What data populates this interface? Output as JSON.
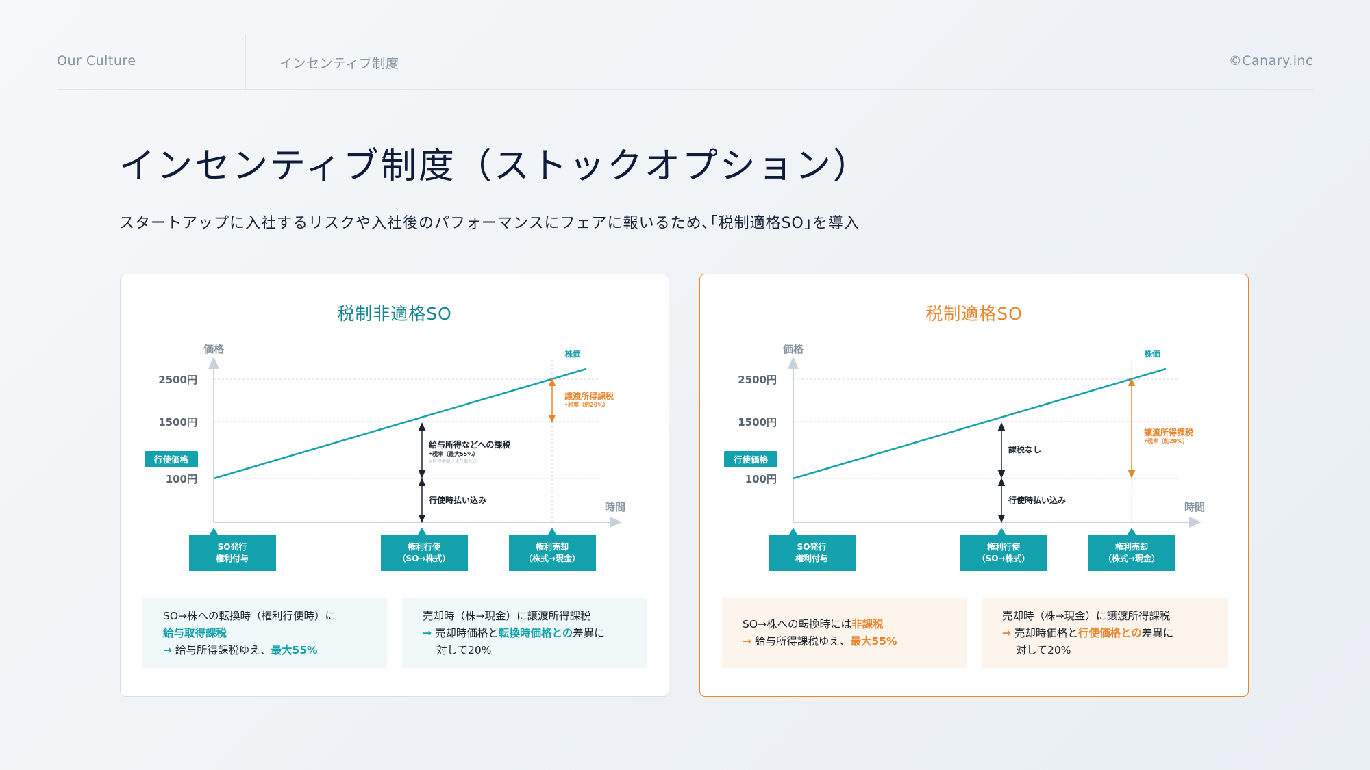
{
  "header": {
    "left": "Our Culture",
    "section": "インセンティブ制度",
    "copyright": "©Canary.inc"
  },
  "title": "インセンティブ制度（ストックオプション）",
  "subtitle": "スタートアップに入社するリスクや入社後のパフォーマンスにフェアに報いるため､｢税制適格SO｣を導入",
  "colors": {
    "teal": "#12a1ad",
    "orange": "#e8862e",
    "navy": "#0f1b3a",
    "gray": "#8795a1"
  },
  "panels": [
    {
      "title": "税制非適格SO",
      "chart": {
        "y_axis_label": "価格",
        "x_axis_label": "時間",
        "price_label": "株価",
        "ticks": [
          {
            "label": "2500円",
            "value": 2500
          },
          {
            "label": "1500円",
            "value": 1500
          }
        ],
        "base_label": "100円",
        "exercise_price_label": "行使価格",
        "events": [
          {
            "line1": "SO発行",
            "line2": "権利付与"
          },
          {
            "line1": "権利行使",
            "line2": "（SO→株式）"
          },
          {
            "line1": "権利売却",
            "line2": "（株式→現金）"
          }
        ],
        "annotations": {
          "payment": "行使時払い込み",
          "middle_tax": "給与所得などへの課税",
          "middle_tax_note": "•税率（最大55%）",
          "middle_tax_small": "※所得金額により異なる",
          "final_tax": "譲渡所得課税",
          "final_tax_note": "•税率（約20%）"
        }
      },
      "note1": {
        "line1": "SO→株への転換時（権利行使時）に",
        "line2_hl": "給与取得課税",
        "line3_arrow": "→",
        "line3_text": " 給与所得課税ゆえ、",
        "line3_hl": "最大55%"
      },
      "note2": {
        "line1": "売却時（株→現金）に譲渡所得課税",
        "line2_arrow": "→",
        "line2_text": " 売却時価格と",
        "line2_hl": "転換時価格との",
        "line2_tail": "差異に",
        "line3": "対して20%"
      }
    },
    {
      "title": "税制適格SO",
      "chart": {
        "y_axis_label": "価格",
        "x_axis_label": "時間",
        "price_label": "株価",
        "ticks": [
          {
            "label": "2500円",
            "value": 2500
          },
          {
            "label": "1500円",
            "value": 1500
          }
        ],
        "base_label": "100円",
        "exercise_price_label": "行使価格",
        "events": [
          {
            "line1": "SO発行",
            "line2": "権利付与"
          },
          {
            "line1": "権利行使",
            "line2": "（SO→株式）"
          },
          {
            "line1": "権利売却",
            "line2": "（株式→現金）"
          }
        ],
        "annotations": {
          "payment": "行使時払い込み",
          "middle_tax": "課税なし",
          "final_tax": "譲渡所得課税",
          "final_tax_note": "•税率（約20%）"
        }
      },
      "note1": {
        "line1_text": "SO→株への転換時には",
        "line1_hl": "非課税",
        "line2_arrow": "→",
        "line2_text": " 給与所得課税ゆえ、",
        "line2_hl": "最大55%"
      },
      "note2": {
        "line1": "売却時（株→現金）に譲渡所得課税",
        "line2_arrow": "→",
        "line2_text": " 売却時価格と",
        "line2_hl": "行使価格との",
        "line2_tail": "差異に",
        "line3": "対して20%"
      }
    }
  ]
}
